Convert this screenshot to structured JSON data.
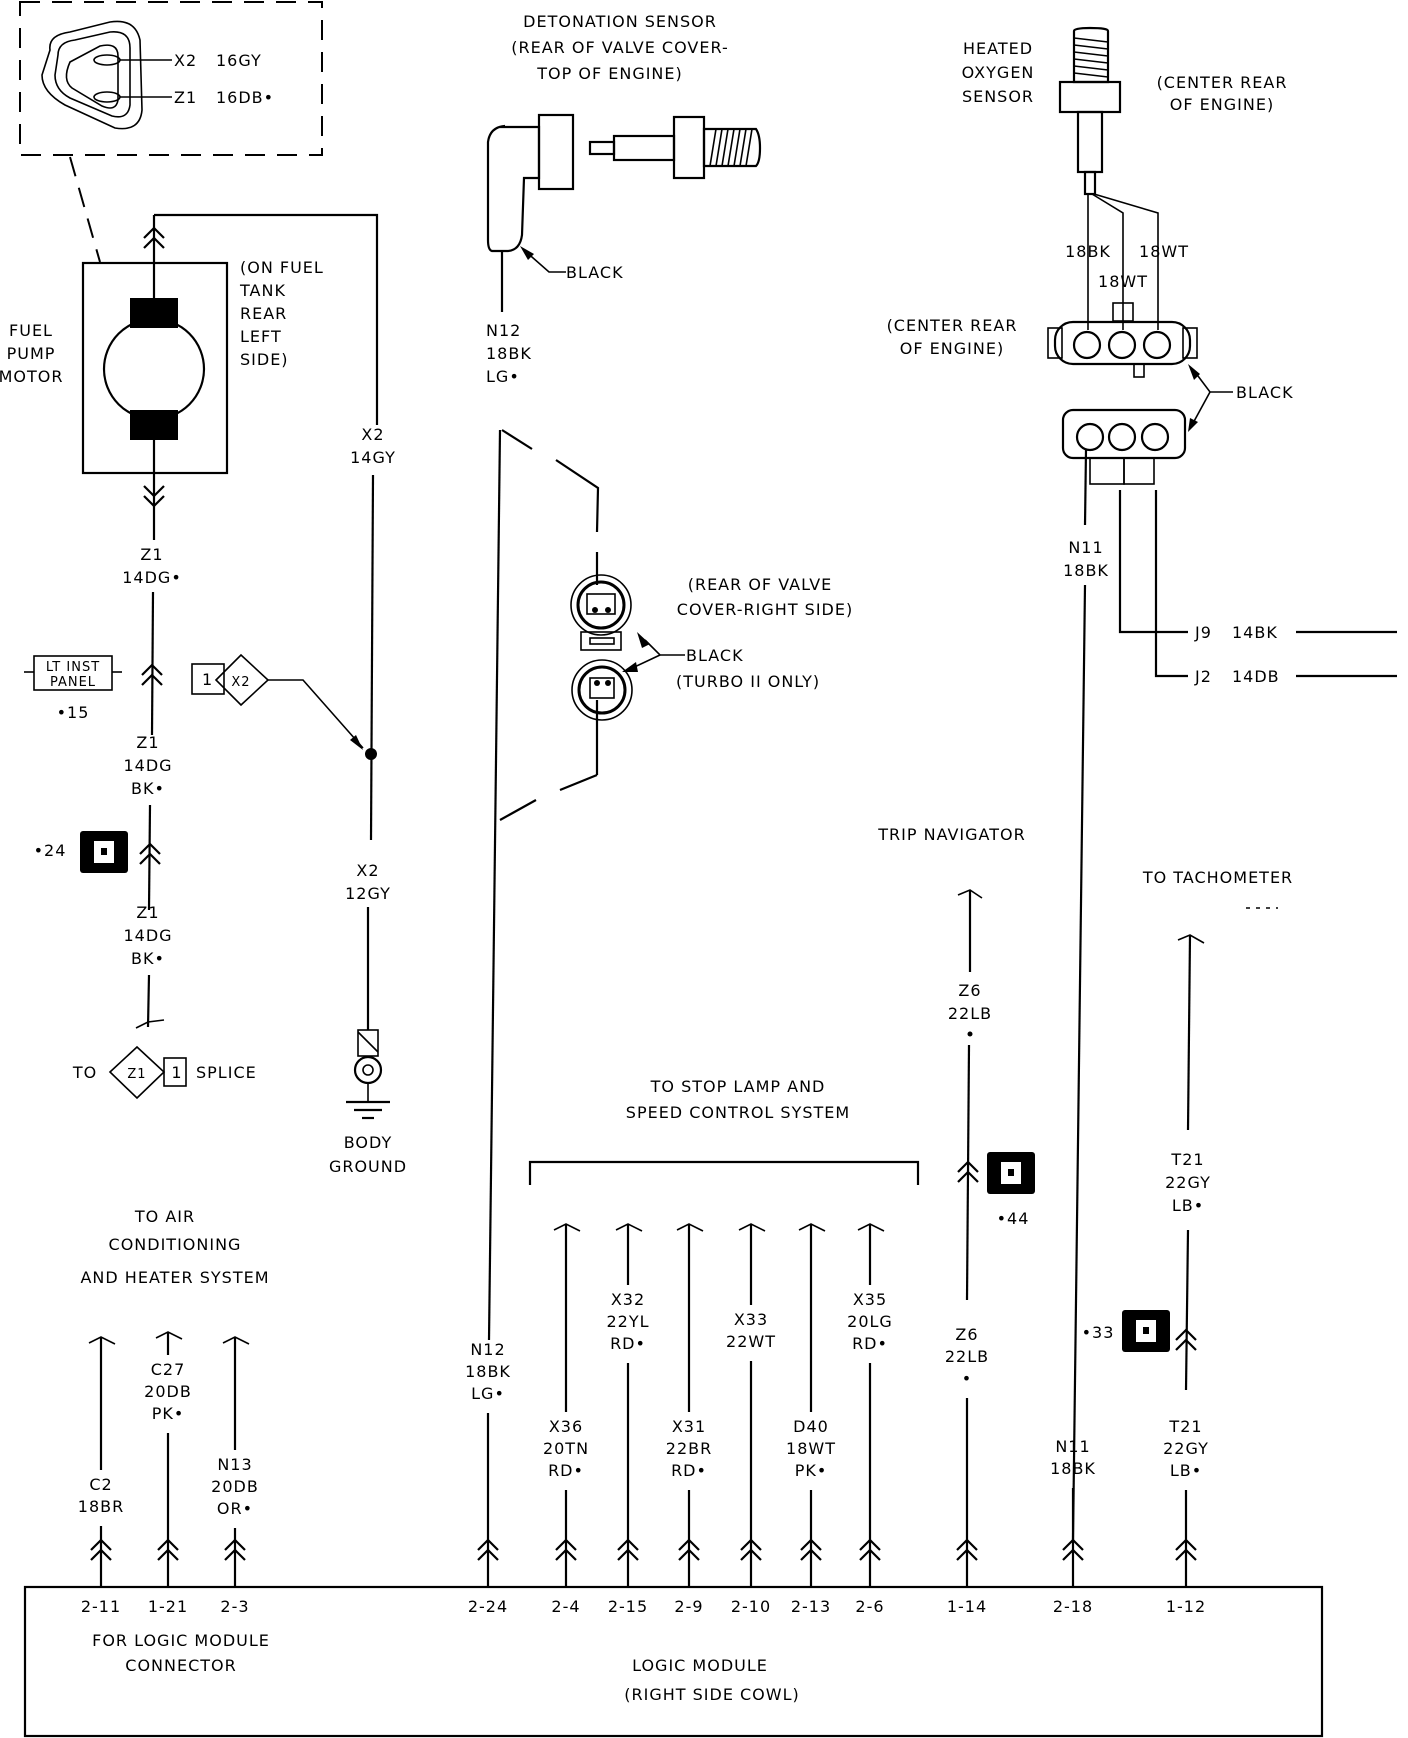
{
  "diagram": {
    "type": "automotive wiring schematic",
    "components": {
      "fuel_pump": {
        "name": "FUEL PUMP MOTOR",
        "name_lines": [
          "FUEL",
          "PUMP",
          "MOTOR"
        ],
        "location_lines": [
          "(ON FUEL",
          "TANK",
          "REAR",
          "LEFT",
          "SIDE)"
        ],
        "connector_inset": {
          "pins": [
            {
              "circuit": "X2",
              "wire": "16GY"
            },
            {
              "circuit": "Z1",
              "wire": "16DB•"
            }
          ]
        }
      },
      "detonation_sensor": {
        "title_lines": [
          "DETONATION SENSOR",
          "(REAR OF VALVE COVER-",
          "TOP OF ENGINE)"
        ],
        "connector_color": "BLACK",
        "wire": [
          "N12",
          "18BK",
          "LG•"
        ]
      },
      "valve_cover_connector": {
        "location_lines": [
          "(REAR OF VALVE",
          "COVER-RIGHT SIDE)"
        ],
        "color_lines": [
          "BLACK",
          "(TURBO II ONLY)"
        ]
      },
      "oxygen_sensor": {
        "title_lines": [
          "HEATED",
          "OXYGEN",
          "SENSOR"
        ],
        "location_lines": [
          "(CENTER REAR",
          "OF ENGINE)"
        ],
        "pigtail_wires": [
          "18BK",
          "18WT",
          "18WT"
        ],
        "connector_location_lines": [
          "(CENTER REAR",
          "OF ENGINE)"
        ],
        "connector_color": "BLACK",
        "harness_wire": [
          "N11",
          "18BK"
        ],
        "outputs": [
          {
            "circuit": "J9",
            "wire": "14BK"
          },
          {
            "circuit": "J2",
            "wire": "14DB"
          }
        ]
      },
      "fuel_pump_feed": {
        "upper_wire": [
          "X2",
          "14GY"
        ],
        "lower_wire": [
          "X2",
          "12GY"
        ],
        "splice_ref": {
          "pin": "1",
          "circuit": "X2"
        },
        "ground_lines": [
          "BODY",
          "GROUND"
        ]
      },
      "ground_side": {
        "wire1": [
          "Z1",
          "14DG•"
        ],
        "inline": {
          "lines": [
            "LT INST",
            "PANEL"
          ],
          "ref": "•15"
        },
        "wire2": [
          "Z1",
          "14DG",
          "BK•"
        ],
        "connector_ref": "•24",
        "wire3": [
          "Z1",
          "14DG",
          "BK•"
        ],
        "splice": {
          "prefix": "TO",
          "circuit": "Z1",
          "pin": "1",
          "suffix": "SPLICE"
        }
      },
      "trip_navigator": {
        "title": "TRIP NAVIGATOR",
        "wire_upper": [
          "Z6",
          "22LB",
          "•"
        ],
        "connector_ref": "•44",
        "wire_lower": [
          "Z6",
          "22LB",
          "•"
        ]
      },
      "tachometer": {
        "title": "TO TACHOMETER",
        "wire_upper": [
          "T21",
          "22GY",
          "LB•"
        ],
        "connector_ref": "•33",
        "wire_lower": [
          "T21",
          "22GY",
          "LB•"
        ]
      },
      "ac_heater": {
        "title_lines": [
          "TO AIR",
          "CONDITIONING",
          "AND HEATER SYSTEM"
        ]
      },
      "stop_lamp": {
        "title_lines": [
          "TO STOP LAMP AND",
          "SPEED CONTROL SYSTEM"
        ]
      },
      "logic_module": {
        "title_lines": [
          "LOGIC MODULE",
          "(RIGHT SIDE COWL)"
        ],
        "connector_note_lines": [
          "FOR LOGIC MODULE",
          "CONNECTOR"
        ]
      }
    },
    "module_wires": [
      {
        "pin": "2-11",
        "label": [
          "C2",
          "18BR"
        ]
      },
      {
        "pin": "1-21",
        "label": [
          "C27",
          "20DB",
          "PK•"
        ]
      },
      {
        "pin": "2-3",
        "label": [
          "N13",
          "20DB",
          "OR•"
        ]
      },
      {
        "pin": "2-24",
        "label": [
          "N12",
          "18BK",
          "LG•"
        ]
      },
      {
        "pin": "2-4",
        "label": [
          "X36",
          "20TN",
          "RD•"
        ]
      },
      {
        "pin": "2-15",
        "label": [
          "X32",
          "22YL",
          "RD•"
        ]
      },
      {
        "pin": "2-9",
        "label": [
          "X31",
          "22BR",
          "RD•"
        ]
      },
      {
        "pin": "2-10",
        "label": [
          "X33",
          "22WT"
        ]
      },
      {
        "pin": "2-13",
        "label": [
          "D40",
          "18WT",
          "PK•"
        ]
      },
      {
        "pin": "2-6",
        "label": [
          "X35",
          "20LG",
          "RD•"
        ]
      },
      {
        "pin": "1-14",
        "label": [
          "Z6",
          "22LB",
          "•"
        ]
      },
      {
        "pin": "2-18",
        "label": [
          "N11",
          "18BK"
        ]
      },
      {
        "pin": "1-12",
        "label": [
          "T21",
          "22GY",
          "LB•"
        ]
      }
    ]
  }
}
